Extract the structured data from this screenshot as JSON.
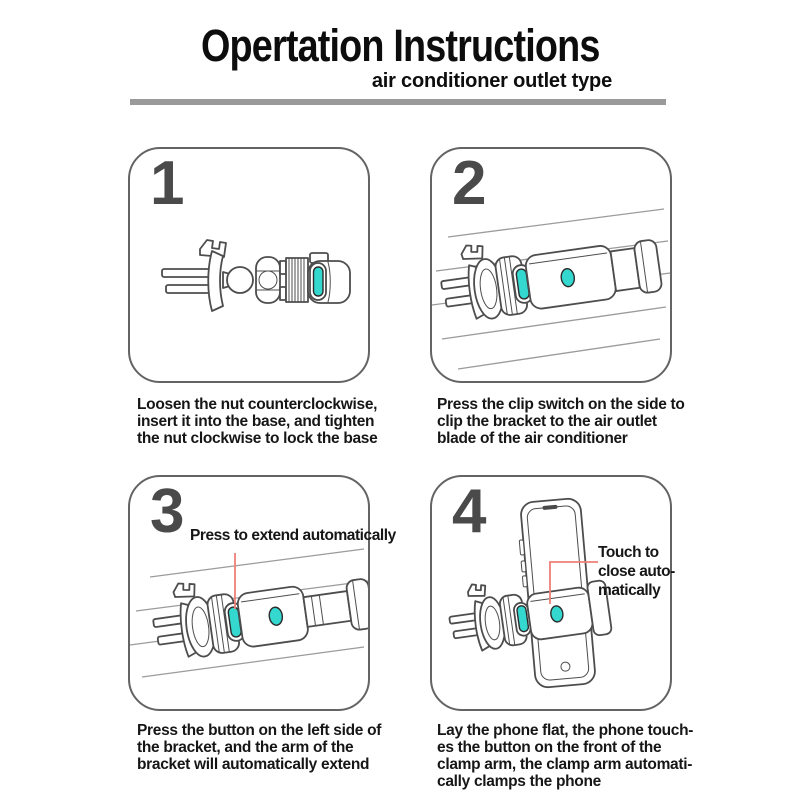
{
  "header": {
    "title": "Opertation Instructions",
    "subtitle": "air conditioner outlet type"
  },
  "accent": {
    "teal": "#35d8cf",
    "red": "#ee8078",
    "divider_gray": "#9a9a9a",
    "line_art_gray": "#4d4d4d"
  },
  "panels": [
    {
      "number": "1",
      "caption_lines": [
        "Loosen the nut counterclockwise,",
        "insert it into the base, and tighten",
        "the nut clockwise to lock the base"
      ]
    },
    {
      "number": "2",
      "caption_lines": [
        "Press the clip switch on the side to",
        "clip the bracket to the air outlet",
        "blade of the air conditioner"
      ]
    },
    {
      "number": "3",
      "annotation": "Press to extend automatically",
      "caption_lines": [
        "Press the button on the left side of",
        "the bracket, and the arm of the",
        "bracket will automatically extend"
      ]
    },
    {
      "number": "4",
      "annotation_lines": [
        "Touch to",
        "close auto-",
        "matically"
      ],
      "caption_lines": [
        "Lay the phone flat, the phone touch-",
        "es the button on the front of the",
        "clamp arm, the clamp arm automati-",
        "cally clamps the phone"
      ]
    }
  ]
}
